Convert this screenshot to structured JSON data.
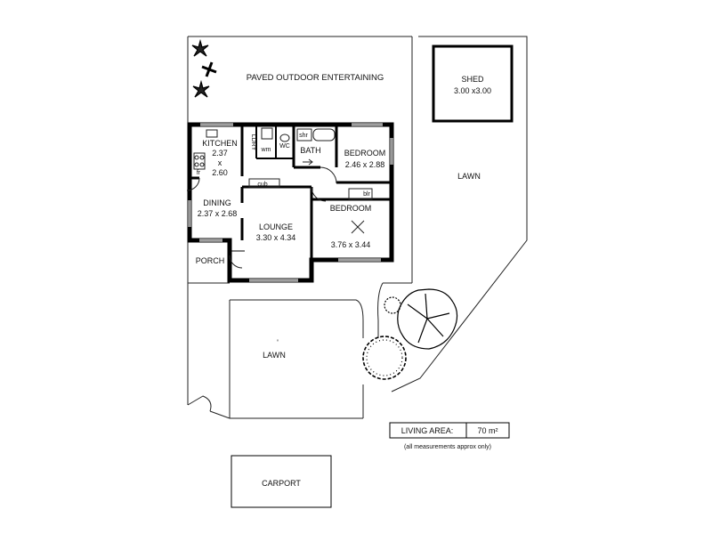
{
  "labels": {
    "paved": "PAVED OUTDOOR ENTERTAINING",
    "shed_name": "SHED",
    "shed_dims": "3.00 x3.00",
    "lawn_right": "LAWN",
    "lawn_left": "LAWN",
    "carport": "CARPORT",
    "kitchen": "KITCHEN",
    "kitchen_w": "2.37",
    "kitchen_x": "x",
    "kitchen_h": "2.60",
    "fr": "fr",
    "lndry": "LDRY",
    "wm": "wm",
    "wc": "WC",
    "shr": "shr",
    "bath": "BATH",
    "bed1": "BEDROOM",
    "bed1_dims": "2.46 x 2.88",
    "cub": "cub",
    "blr": "blr",
    "bed2": "BEDROOM",
    "bed2_dims": "3.76 x 3.44",
    "dining": "DINING",
    "dining_dims": "2.37 x 2.68",
    "lounge": "LOUNGE",
    "lounge_dims": "3.30 x 4.34",
    "porch": "PORCH"
  },
  "info": {
    "living_area_label": "LIVING AREA:",
    "living_area_value": "70 m²",
    "note": "(all measurements approx only)"
  }
}
